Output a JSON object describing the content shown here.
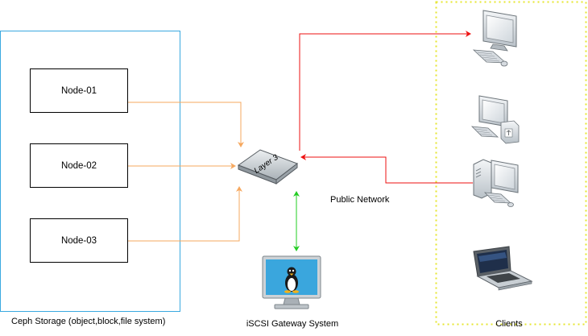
{
  "storage": {
    "caption": "Ceph Storage (object,block,file system)",
    "nodes": [
      {
        "label": "Node-01"
      },
      {
        "label": "Node-02"
      },
      {
        "label": "Node-03"
      }
    ]
  },
  "switch": {
    "label": "Layer 3"
  },
  "network": {
    "label": "Public Network"
  },
  "gateway": {
    "label": "iSCSI Gateway System"
  },
  "clients": {
    "caption": "Clients",
    "devices": [
      {
        "kind": "desktop-computer-icon"
      },
      {
        "kind": "desktop-computer-icon"
      },
      {
        "kind": "tower-computer-icon"
      },
      {
        "kind": "laptop-icon"
      }
    ]
  },
  "colors": {
    "storage_border": "#3aa9e0",
    "clients_border": "#e6e62e",
    "node_link": "#f6a85f",
    "public_link": "#ee1111",
    "gateway_link": "#22cc22"
  }
}
